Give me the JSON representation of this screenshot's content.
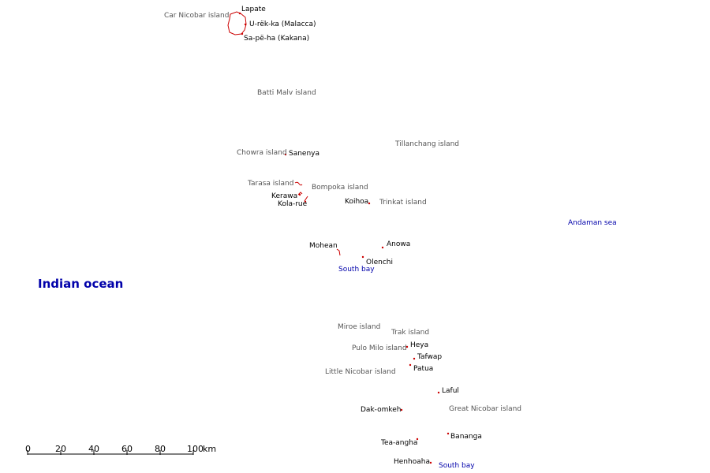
{
  "colors": {
    "island_label": "#555555",
    "village_label": "#000000",
    "water_label": "#0000aa",
    "marker": "#cc0000",
    "coastline": "#cc0000",
    "scale": "#000000"
  },
  "water": {
    "indian_ocean": "Indian ocean",
    "andaman_sea": "Andaman sea",
    "south_bay_nancowry": "South bay",
    "south_bay_great": "South bay"
  },
  "islands": {
    "car_nicobar": "Car Nicobar island",
    "batti_malv": "Batti Malv island",
    "chowra": "Chowra island",
    "tillanchang": "Tillanchang island",
    "tarasa": "Tarasa island",
    "bompoka": "Bompoka island",
    "trinkat": "Trinkat island",
    "miroe": "Miroe island",
    "trak": "Trak island",
    "pulo_milo": "Pulo Milo island",
    "little_nicobar": "Little Nicobar island",
    "great_nicobar": "Great Nicobar island"
  },
  "villages": {
    "lapate": "Lapate",
    "urekka": "U-rëk-ka (Malacca)",
    "sapeha": "Sa-pë-ha (Kakana)",
    "sanenya": "Sanenya",
    "kerawa": "Kerawa",
    "kolarue": "Kola-rue",
    "koihoa": "Koihoa",
    "mohean": "Mohean",
    "anowa": "Anowa",
    "olenchi": "Olenchi",
    "heya": "Heya",
    "tafwap": "Tafwap",
    "patua": "Patua",
    "laful": "Laful",
    "dakomkeh": "Dak-omkeh",
    "bananga": "Bananga",
    "teaangha": "Tea-angha",
    "henhoaha": "Henhoaha"
  },
  "scale_bar": {
    "ticks": [
      "0",
      "20",
      "40",
      "60",
      "80",
      "100"
    ],
    "unit": "km"
  }
}
